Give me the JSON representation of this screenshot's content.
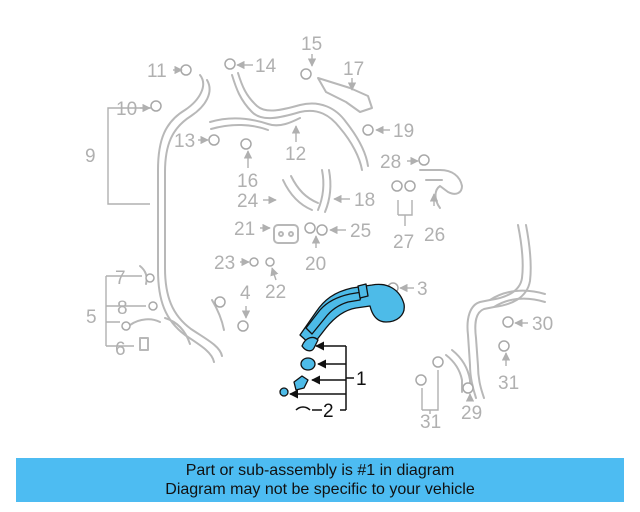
{
  "callouts": [
    "1",
    "2",
    "3",
    "4",
    "5",
    "6",
    "7",
    "8",
    "9",
    "10",
    "11",
    "12",
    "13",
    "14",
    "15",
    "16",
    "17",
    "18",
    "19",
    "20",
    "21",
    "22",
    "23",
    "24",
    "25",
    "26",
    "27",
    "28",
    "29",
    "30",
    "31",
    "31"
  ],
  "highlighted_part": "1",
  "highlight_color": "#4dbbe8",
  "banner": {
    "line1": "Part or sub-assembly is #1 in diagram",
    "line2": "Diagram may not be specific to your vehicle",
    "color": "#4dbcf2"
  }
}
